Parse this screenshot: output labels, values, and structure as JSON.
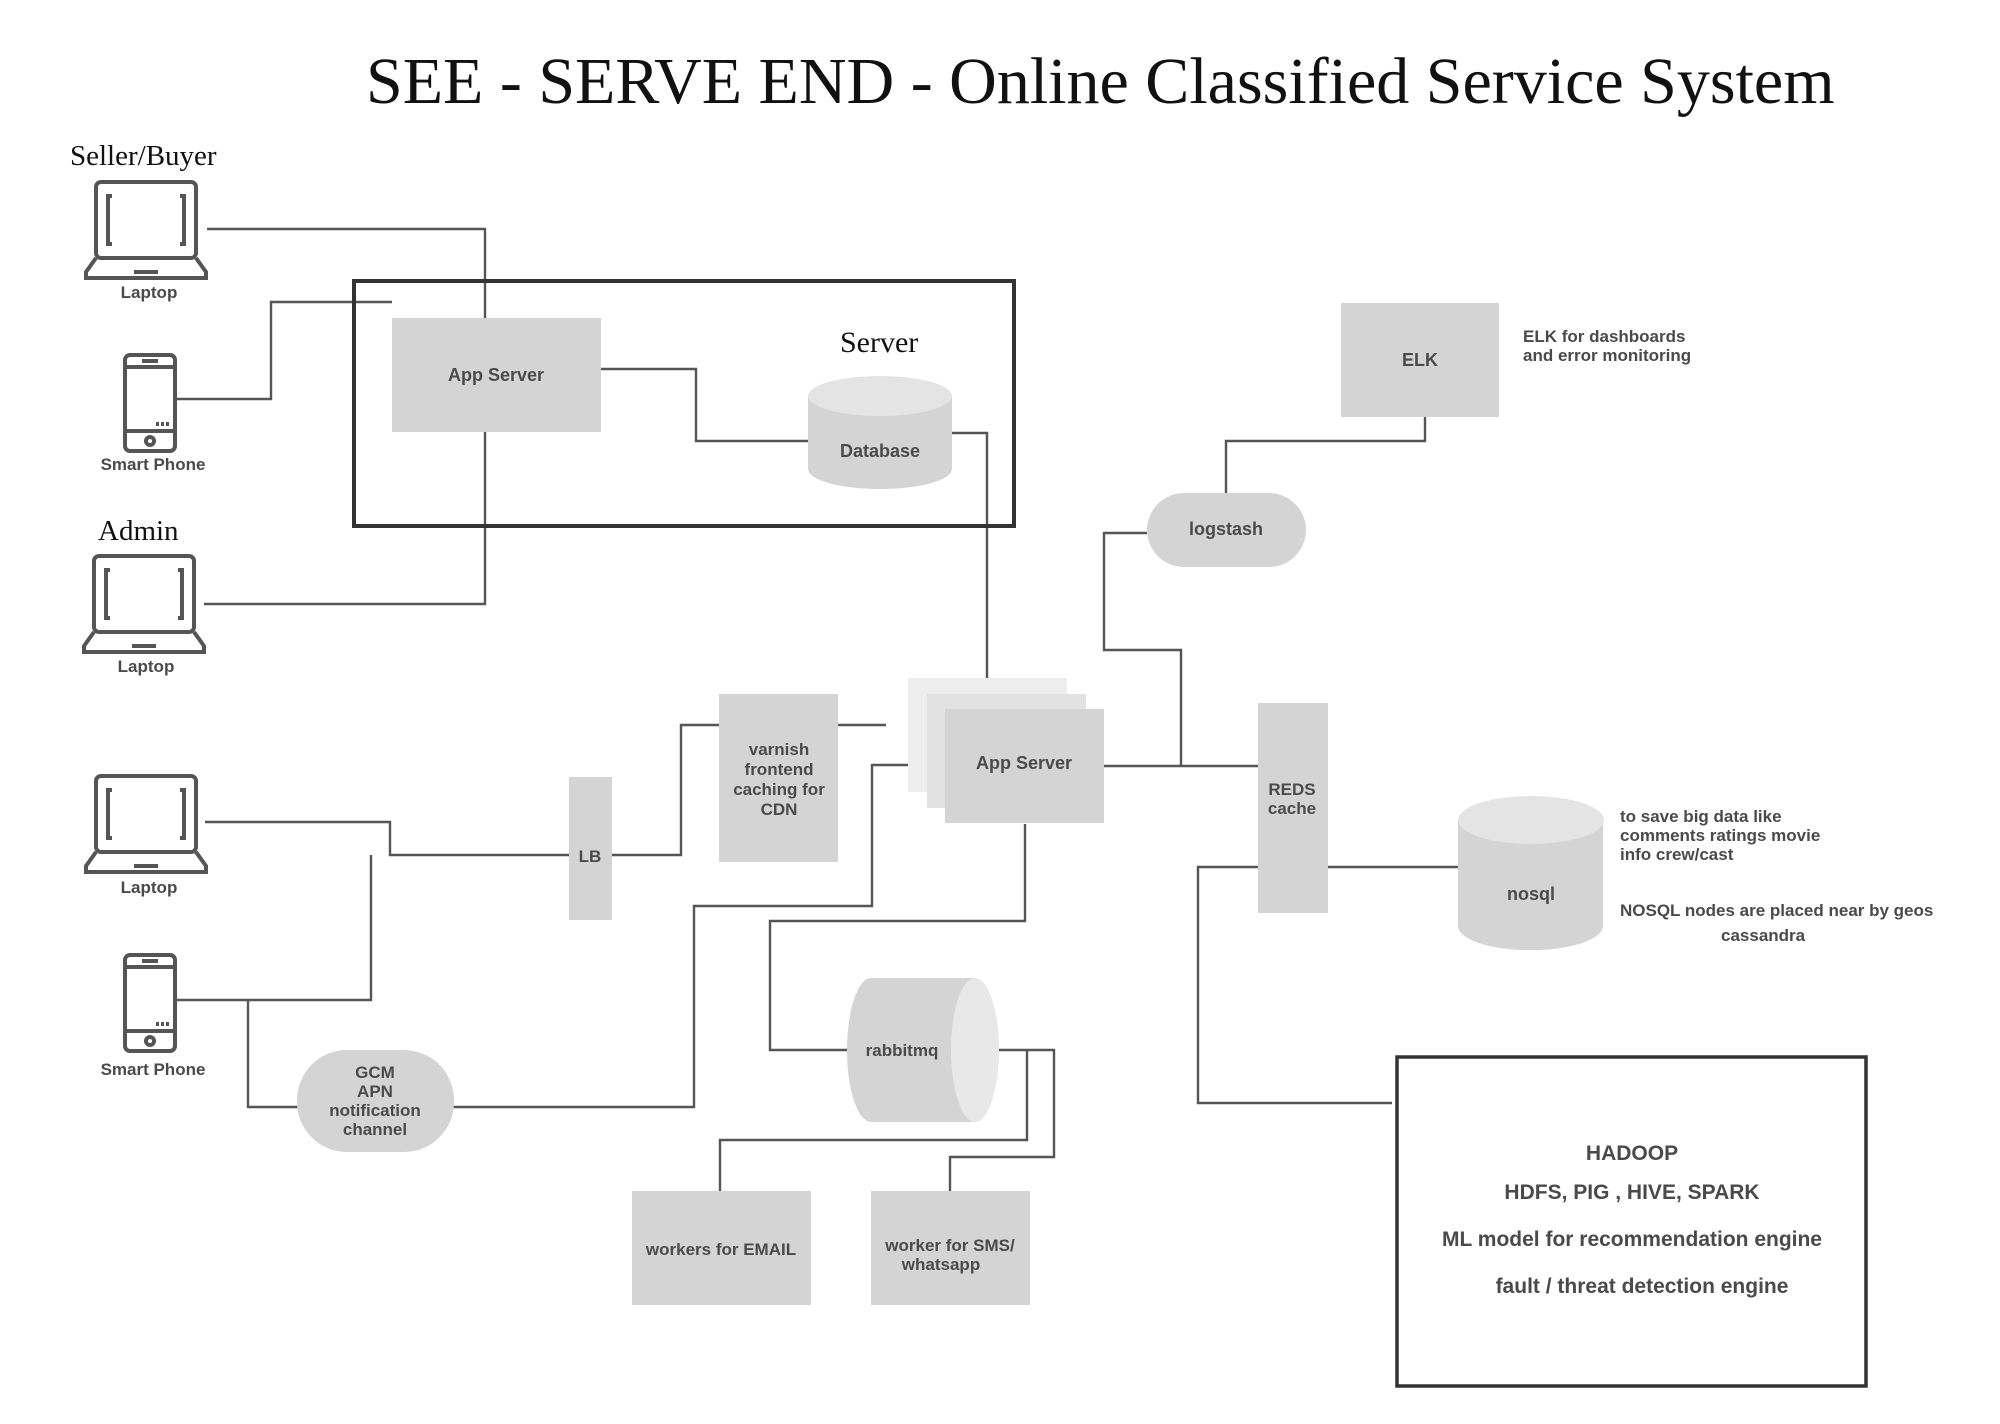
{
  "title": "SEE - SERVE END - Online Classified Service System",
  "groups": {
    "seller_buyer": "Seller/Buyer",
    "admin": "Admin",
    "server": "Server"
  },
  "devices": {
    "laptop_1": "Laptop",
    "smartphone_1": "Smart Phone",
    "laptop_admin": "Laptop",
    "laptop_2": "Laptop",
    "smartphone_2": "Smart Phone"
  },
  "nodes": {
    "app_server_top": "App Server",
    "database": "Database",
    "elk": "ELK",
    "logstash": "logstash",
    "varnish": [
      "varnish",
      "frontend",
      "caching for",
      "CDN"
    ],
    "lb": "LB",
    "app_server_main": "App Server",
    "reds": [
      "REDS",
      "cache"
    ],
    "nosql": "nosql",
    "gcm": [
      "GCM",
      "APN",
      "notification",
      "channel"
    ],
    "rabbitmq": "rabbitmq",
    "workers_email": "workers for EMAIL",
    "worker_sms": [
      "worker for SMS/",
      "whatsapp"
    ],
    "hadoop": {
      "title": "HADOOP",
      "line1": "HDFS, PIG , HIVE, SPARK",
      "line2": "ML model for recommendation engine",
      "line3": "fault / threat detection engine"
    }
  },
  "annotations": {
    "elk_note": [
      "ELK for dashboards",
      "and error monitoring"
    ],
    "nosql_note": [
      "to save big data like",
      "comments ratings movie",
      "info crew/cast"
    ],
    "nosql_note2": "NOSQL nodes are placed near by geos",
    "cassandra": "cassandra"
  },
  "icons": {
    "laptop": "laptop-icon",
    "smartphone": "smartphone-icon"
  },
  "colors": {
    "box_fill": "#d4d4d4",
    "line": "#555555",
    "label": "#4a4a4a"
  }
}
